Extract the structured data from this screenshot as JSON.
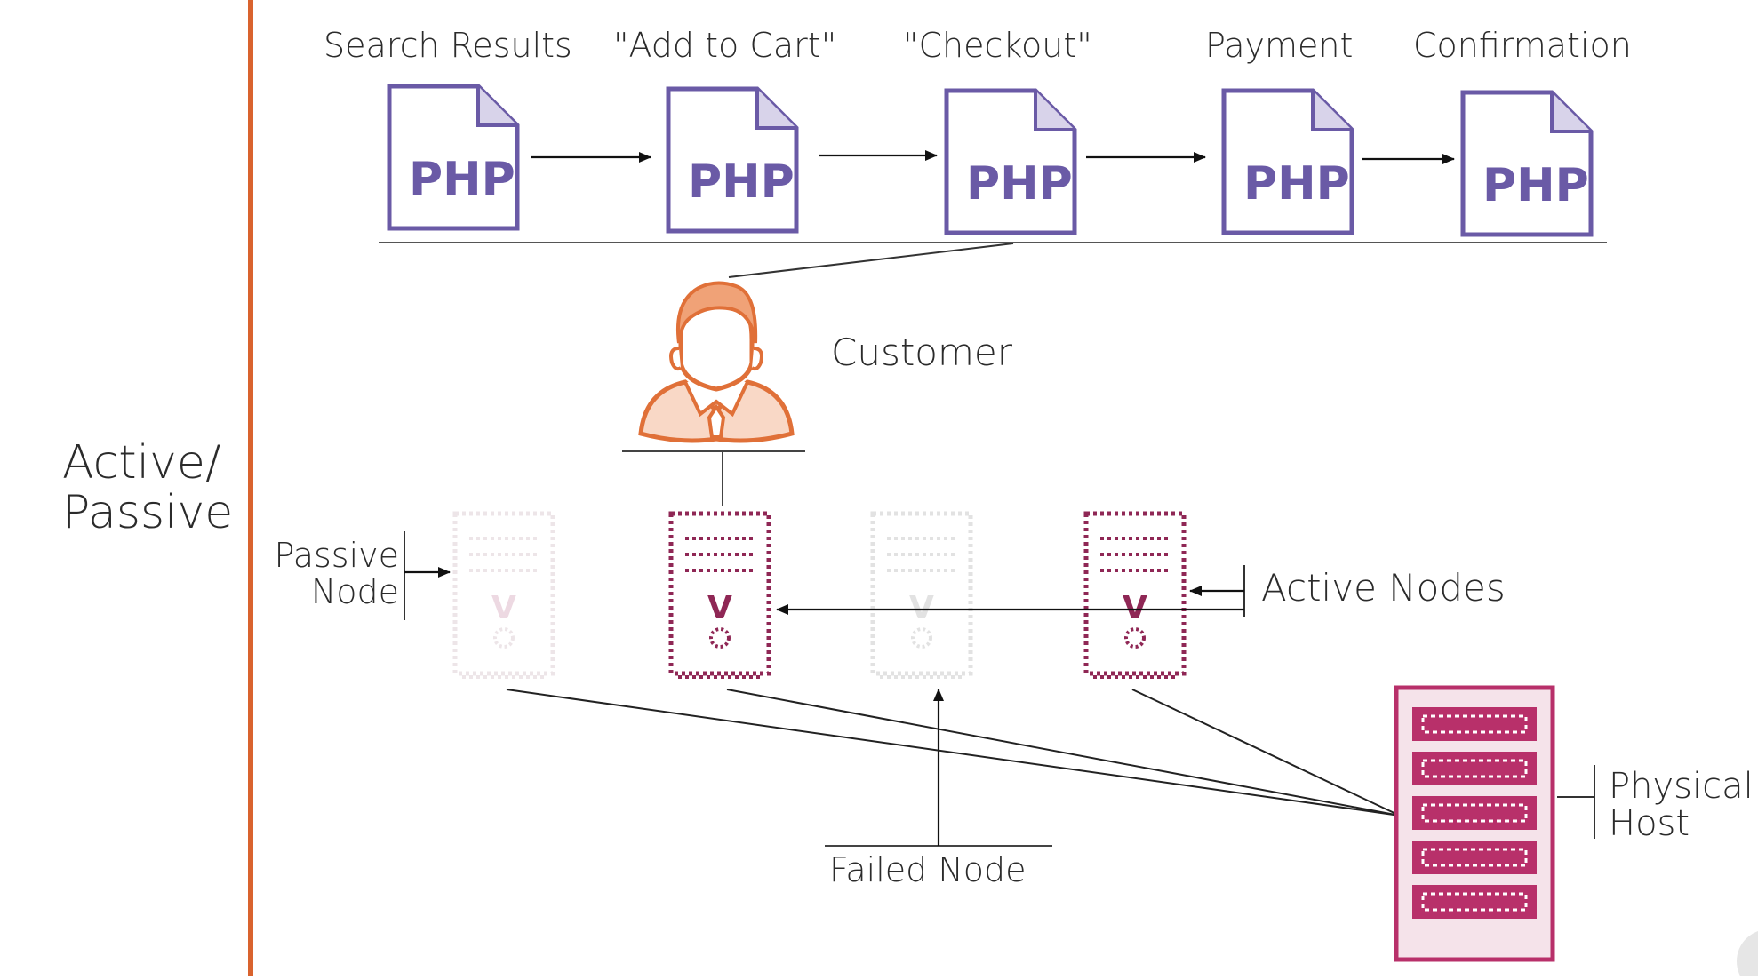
{
  "side_label": {
    "line1": "Active/",
    "line2": "Passive"
  },
  "pages": [
    {
      "step": "Search Results",
      "icon_text": "PHP"
    },
    {
      "step": "\"Add to Cart\"",
      "icon_text": "PHP"
    },
    {
      "step": "\"Checkout\"",
      "icon_text": "PHP"
    },
    {
      "step": "Payment",
      "icon_text": "PHP"
    },
    {
      "step": "Confirmation",
      "icon_text": "PHP"
    }
  ],
  "customer": {
    "label": "Customer",
    "icon": "person-icon"
  },
  "nodes": [
    {
      "role": "passive",
      "icon": "server-icon",
      "glyph": "V"
    },
    {
      "role": "active",
      "icon": "server-icon",
      "glyph": "V"
    },
    {
      "role": "failed",
      "icon": "server-icon",
      "glyph": "V"
    },
    {
      "role": "active",
      "icon": "server-icon",
      "glyph": "V"
    }
  ],
  "labels": {
    "passive_node": {
      "line1": "Passive",
      "line2": "Node"
    },
    "active_nodes": "Active Nodes",
    "failed_node": "Failed Node",
    "physical_host": {
      "line1": "Physical",
      "line2": "Host"
    }
  },
  "colors": {
    "php": "#6a5aa6",
    "customer": "#e07038",
    "node_active": "#8f2755",
    "node_faded": "#dcdcdc",
    "host": "#b8306a",
    "divider": "#d9632e"
  }
}
